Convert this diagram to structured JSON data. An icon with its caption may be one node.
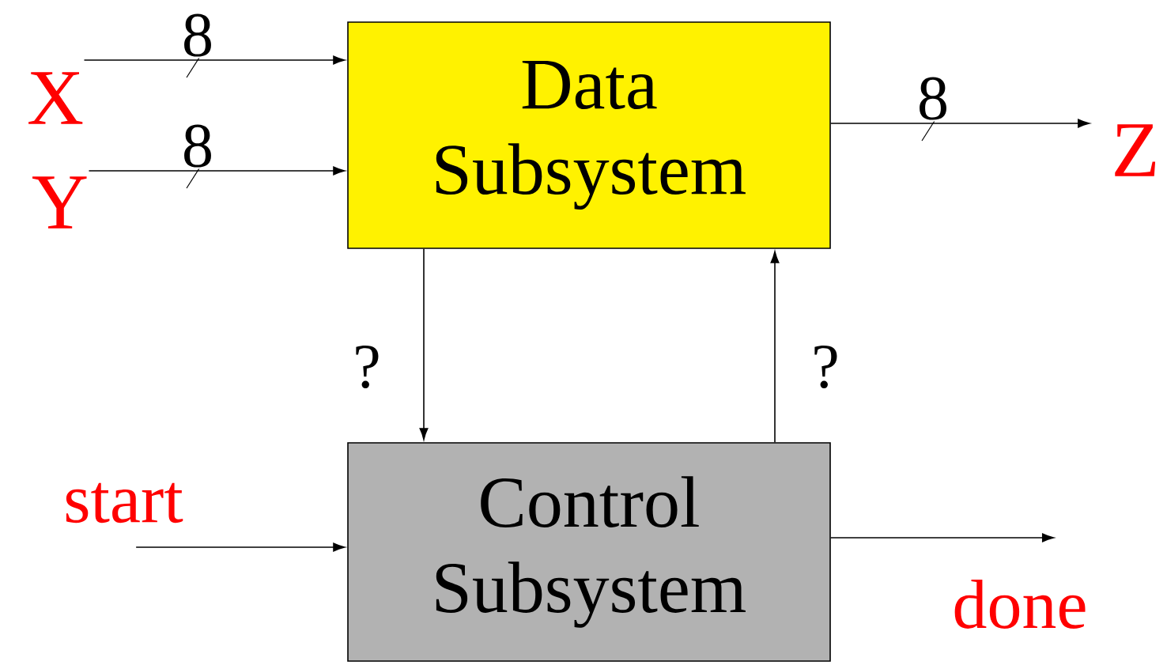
{
  "diagram": {
    "nodes": [
      {
        "text": [
          "Data Subsystem"
        ]
      },
      {
        "text": [
          "Control Subsystem"
        ]
      },
      {
        "text": [
          "X"
        ]
      },
      {
        "text": [
          "Y"
        ]
      },
      {
        "text": [
          "Z"
        ]
      },
      {
        "text": [
          "start"
        ]
      },
      {
        "text": [
          "done"
        ]
      }
    ],
    "edges": [
      {
        "from": 2,
        "to": 0,
        "arrow": "to",
        "label": "8"
      },
      {
        "from": 3,
        "to": 0,
        "arrow": "to",
        "label": "8"
      },
      {
        "from": 0,
        "to": 4,
        "arrow": "to",
        "label": "8"
      },
      {
        "from": 0,
        "to": 1,
        "arrow": "to",
        "label": "?"
      },
      {
        "from": 1,
        "to": 0,
        "arrow": "to",
        "label": "?"
      },
      {
        "from": 5,
        "to": 1,
        "arrow": "to"
      },
      {
        "from": 1,
        "to": 6,
        "arrow": "to"
      }
    ]
  }
}
